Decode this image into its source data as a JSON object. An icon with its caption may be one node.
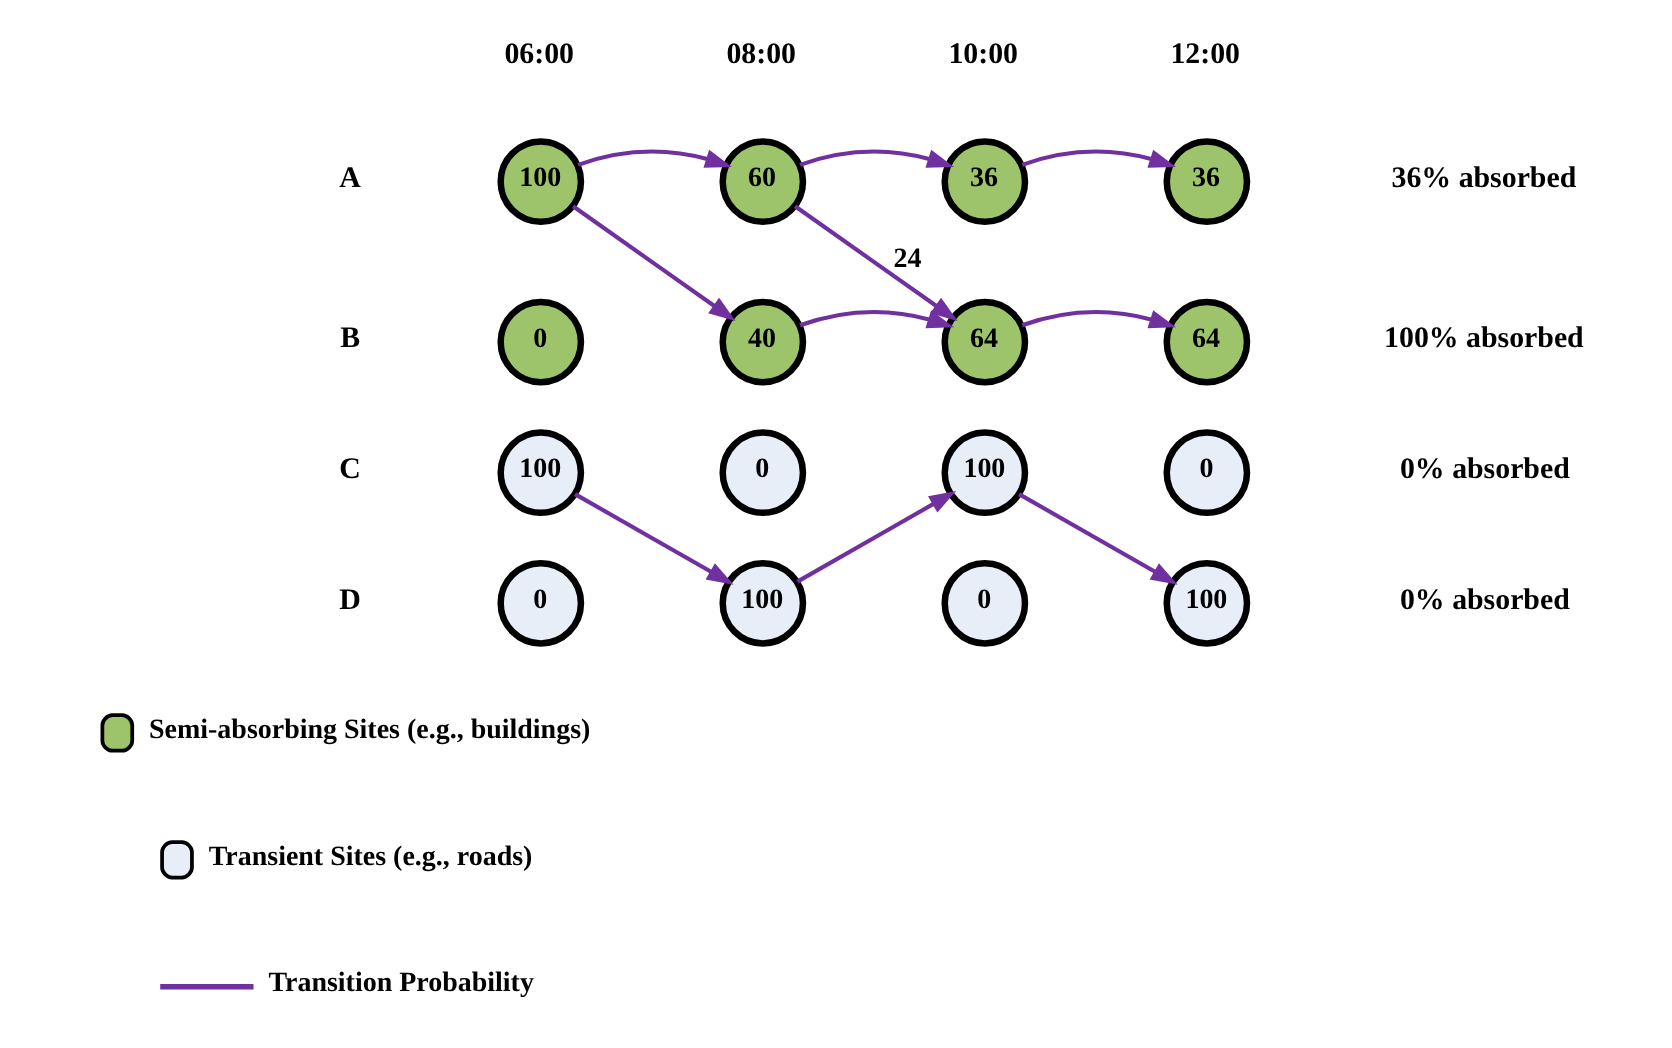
{
  "diagram": {
    "nodes": [
      {
        "text": [
          "100"
        ]
      },
      {
        "text": [
          "60"
        ]
      },
      {
        "text": [
          "36"
        ]
      },
      {
        "text": [
          "36"
        ]
      },
      {
        "text": [
          "0"
        ]
      },
      {
        "text": [
          "40"
        ]
      },
      {
        "text": [
          "64"
        ]
      },
      {
        "text": [
          "64"
        ]
      },
      {
        "text": [
          "100"
        ]
      },
      {
        "text": [
          "0"
        ]
      },
      {
        "text": [
          "100"
        ]
      },
      {
        "text": [
          "0"
        ]
      },
      {
        "text": [
          "0"
        ]
      },
      {
        "text": [
          "100"
        ]
      },
      {
        "text": [
          "0"
        ]
      },
      {
        "text": [
          "100"
        ]
      }
    ],
    "edges": [
      {
        "from": 0,
        "to": 1,
        "arrow": "to"
      },
      {
        "from": 0,
        "to": 5,
        "arrow": "to"
      },
      {
        "from": 1,
        "to": 2,
        "arrow": "to"
      },
      {
        "from": 1,
        "to": 6,
        "arrow": "to",
        "label": "24"
      },
      {
        "from": 2,
        "to": 3,
        "arrow": "to"
      },
      {
        "from": 5,
        "to": 6,
        "arrow": "to"
      },
      {
        "from": 6,
        "to": 7,
        "arrow": "to"
      },
      {
        "from": 8,
        "to": 13,
        "arrow": "to"
      },
      {
        "from": 13,
        "to": 10,
        "arrow": "to"
      },
      {
        "from": 10,
        "to": 15,
        "arrow": "to"
      }
    ],
    "labels": [
      "06:00",
      "08:00",
      "10:00",
      "12:00",
      "A",
      "36% absorbed",
      "B",
      "100% absorbed",
      "C",
      "0% absorbed",
      "D",
      "0% absorbed"
    ],
    "legend": [
      {
        "text": "Semi-absorbing Sites (e.g., buildings)",
        "color": "#9dc46a"
      },
      {
        "text": "Transient Sites (e.g., roads)",
        "color": "#e8eef8"
      },
      {
        "text": "Transition Probability"
      }
    ]
  }
}
